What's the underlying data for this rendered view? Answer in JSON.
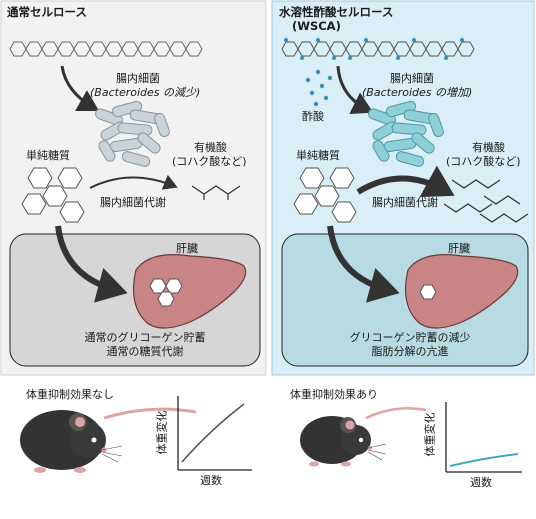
{
  "left": {
    "title": "通常セルロース",
    "bacteria_label_1": "腸内細菌",
    "bacteria_label_2": "(Bacteroides の減少)",
    "sugar_label": "単純糖質",
    "metabolism_label": "腸内細菌代謝",
    "acid_label_1": "有機酸",
    "acid_label_2": "(コハク酸など)",
    "liver_label": "肝臓",
    "result_line_1": "通常のグリコーゲン貯蓄",
    "result_line_2": "通常の糖質代謝",
    "weight_effect": "体重抑制効果なし",
    "chart_ylabel": "体重変化",
    "chart_xlabel": "週数"
  },
  "right": {
    "title_1": "水溶性酢酸セルロース",
    "title_2": "(WSCA)",
    "bacteria_label_1": "腸内細菌",
    "bacteria_label_2": "(Bacteroides の増加)",
    "acetate_label": "酢酸",
    "sugar_label": "単純糖質",
    "metabolism_label": "腸内細菌代謝",
    "acid_label_1": "有機酸",
    "acid_label_2": "(コハク酸など)",
    "liver_label": "肝臓",
    "result_line_1": "グリコーゲン貯蓄の減少",
    "result_line_2": "脂肪分解の亢進",
    "weight_effect": "体重抑制効果あり",
    "chart_ylabel": "体重変化",
    "chart_xlabel": "週数"
  },
  "colors": {
    "left_panel_bg": "#f2f2f2",
    "right_panel_bg": "#d9eef7",
    "right_panel_border": "#9ccbe0",
    "liver_fill": "#c98585",
    "bacteria_left": "#c9d3d8",
    "bacteria_right": "#8fd0d8",
    "right_curve": "#3aa9c9",
    "arrow": "#333333"
  },
  "chart_data": [
    {
      "type": "line",
      "panel": "left",
      "xlabel": "週数",
      "ylabel": "体重変化",
      "trend": "steady increase"
    },
    {
      "type": "line",
      "panel": "right",
      "xlabel": "週数",
      "ylabel": "体重変化",
      "trend": "small increase"
    }
  ]
}
